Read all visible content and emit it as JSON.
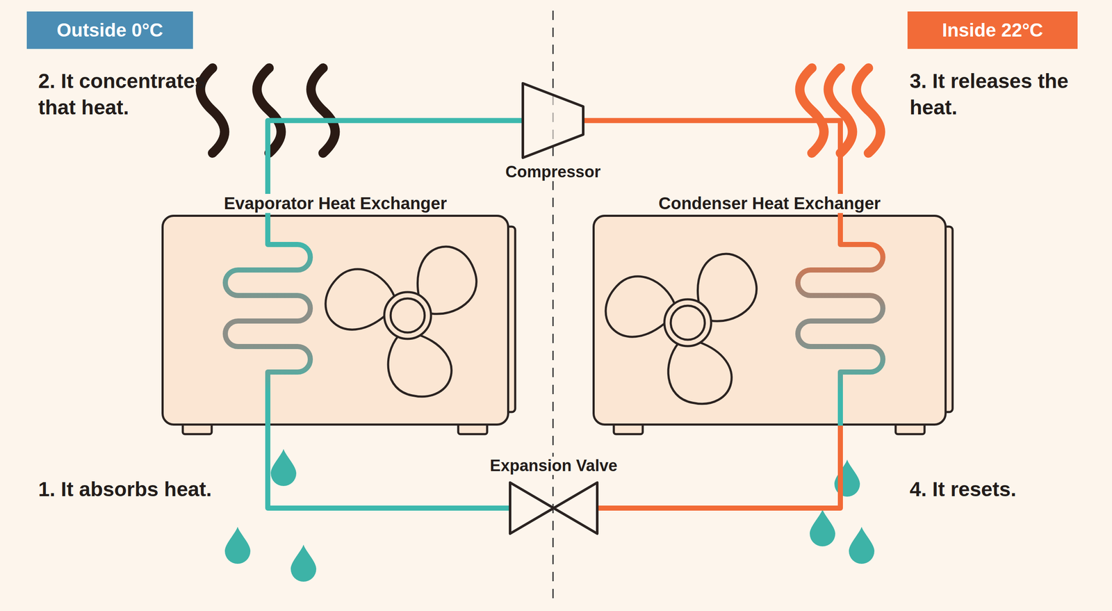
{
  "diagram": {
    "nodes": [
      {
        "text": [
          "Outside 0°C"
        ]
      },
      {
        "text": [
          "Inside 22°C"
        ]
      },
      {
        "text": [
          "Compressor"
        ]
      },
      {
        "text": [
          "Evaporator Heat Exchanger"
        ]
      },
      {
        "text": [
          "Condenser Heat Exchanger"
        ]
      },
      {
        "text": [
          "Expansion Valve"
        ]
      }
    ],
    "edges": [
      {
        "from": 3,
        "to": 2,
        "arrow": "none"
      },
      {
        "from": 2,
        "to": 4,
        "arrow": "none"
      },
      {
        "from": 4,
        "to": 5,
        "arrow": "none"
      },
      {
        "from": 5,
        "to": 3,
        "arrow": "none"
      }
    ],
    "labels": [
      "2. It concentrates that heat.",
      "3. It releases the heat.",
      "1. It absorbs heat.",
      "4. It resets."
    ]
  }
}
